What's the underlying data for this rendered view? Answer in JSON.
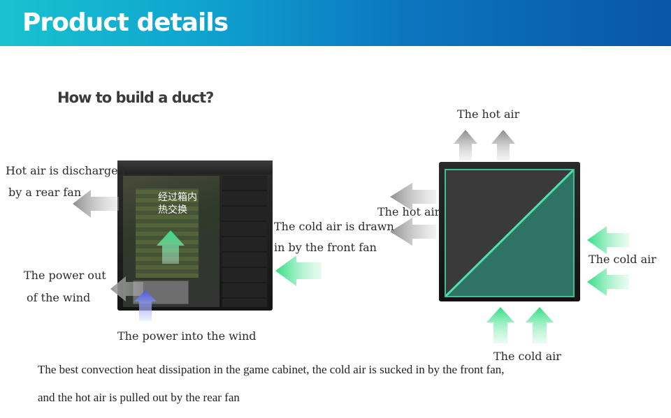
{
  "banner": {
    "title": "Product details"
  },
  "subtitle": "How to build a duct?",
  "left_diagram": {
    "rear_fan_label_line1": "Hot air is discharged",
    "rear_fan_label_line2": "by a rear fan",
    "power_out_line1": "The power out",
    "power_out_line2": "of the wind",
    "power_in": "The power into the wind",
    "case_text_line1": "经过箱内",
    "case_text_line2": "热交换",
    "front_fan_line1": "The cold air is drawn",
    "front_fan_line2": "in by the front fan"
  },
  "right_diagram": {
    "hot_air_top": "The hot air",
    "hot_air_left": "The hot air",
    "cold_air_right": "The cold air",
    "cold_air_bottom": "The cold air"
  },
  "description": {
    "line1": "The best convection heat dissipation in the game cabinet, the cold air is sucked in by the front fan,",
    "line2": "and the hot air is pulled out by the rear fan"
  },
  "colors": {
    "hot_arrow": "#9a9a9a",
    "cold_arrow": "#3fe08c",
    "blue_arrow": "#4a5adf",
    "banner_start": "#18c3cf",
    "banner_end": "#0a55a6"
  }
}
